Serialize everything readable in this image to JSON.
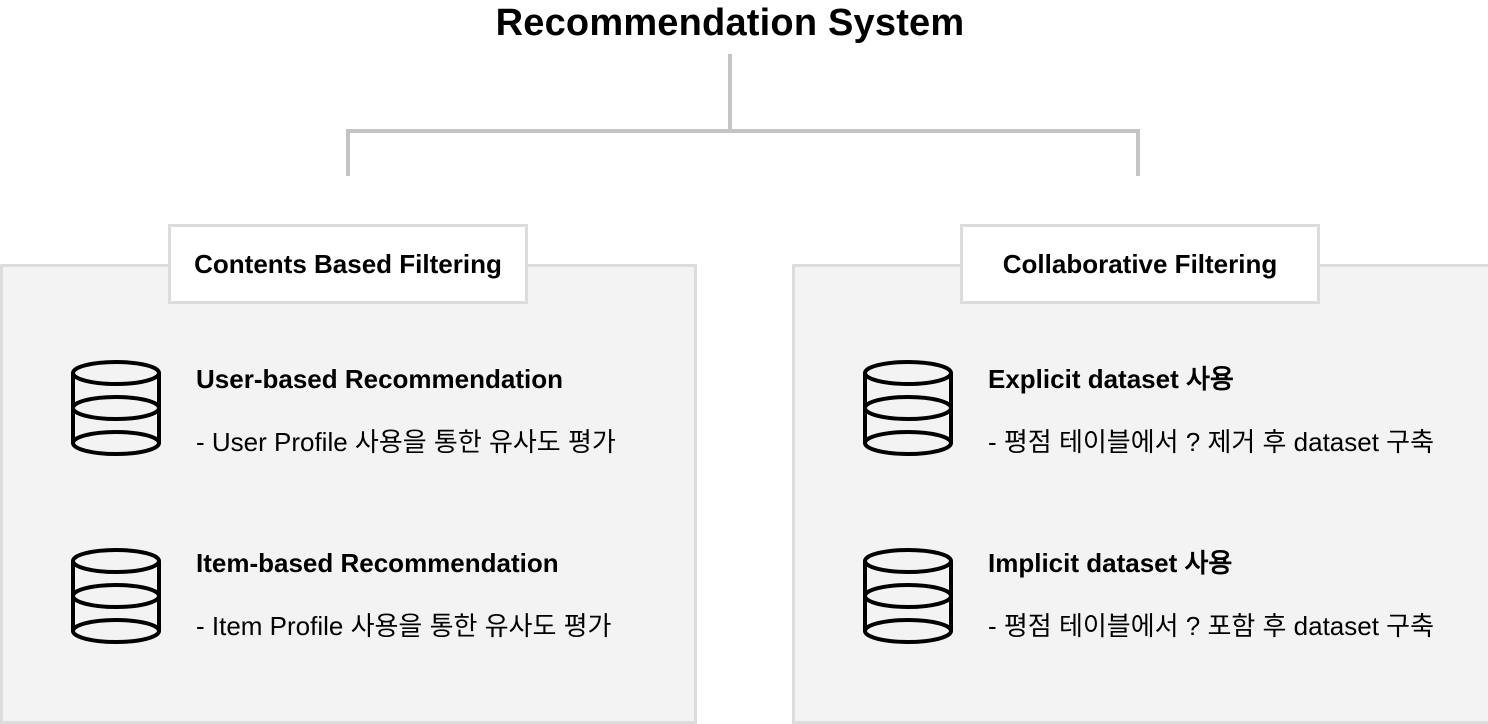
{
  "title": "Recommendation System",
  "branches": {
    "left": {
      "label": "Contents Based Filtering",
      "items": [
        {
          "icon": "database-icon",
          "heading": "User-based Recommendation",
          "description": "- User Profile 사용을 통한 유사도 평가"
        },
        {
          "icon": "database-icon",
          "heading": "Item-based Recommendation",
          "description": "- Item Profile 사용을 통한 유사도 평가"
        }
      ]
    },
    "right": {
      "label": "Collaborative Filtering",
      "items": [
        {
          "icon": "database-icon",
          "heading": "Explicit dataset 사용",
          "description": "- 평점 테이블에서 ? 제거 후 dataset 구축"
        },
        {
          "icon": "database-icon",
          "heading": "Implicit dataset 사용",
          "description": "- 평점 테이블에서 ? 포함 후 dataset 구축"
        }
      ]
    }
  },
  "colors": {
    "panel_fill": "#f3f3f3",
    "panel_border": "#dcdcdc",
    "connector": "#c4c4c4",
    "text": "#000000"
  }
}
